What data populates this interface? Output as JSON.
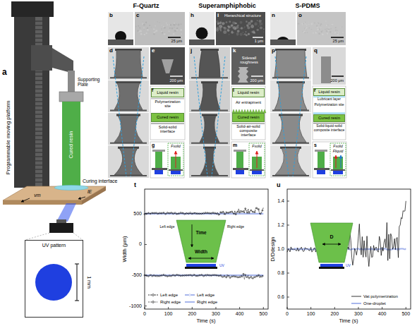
{
  "diagram": {
    "nodes": [
      {
        "text": [
          "UV pattern"
        ]
      },
      {
        "text": [
          "Liquid resin"
        ]
      },
      {
        "text": [
          "Cured resin"
        ]
      },
      {
        "text": [
          "Liquid resin"
        ]
      },
      {
        "text": [
          "Cured resin"
        ]
      },
      {
        "text": [
          "Liquid resin"
        ]
      },
      {
        "text": [
          "Cured resin"
        ]
      }
    ],
    "labels": [
      "a",
      "Programmable moving platform",
      "Supporting Plate",
      "Cured resin",
      "Curing interface",
      "vm",
      "lE",
      "1 mm",
      "F-Quartz",
      "Superamphiphobic",
      "S-PDMS",
      "b",
      "c",
      "25 μm",
      "d",
      "e",
      "200 μm",
      "f",
      "Polymerization site",
      "Solid-solid interface",
      "g",
      "Fsolid",
      "h",
      "i",
      "Hierarchical structure",
      "1 μm",
      "j",
      "k",
      "Sidewall roughness",
      "200 μm",
      "l",
      "Air entrapment",
      "Solid-air-solid composite interface",
      "m",
      "Fsolid",
      "n",
      "o",
      "25 μm",
      "p",
      "q",
      "200 μm",
      "r",
      "Lubricant layer",
      "Polymerization site",
      "Solid-liquid-solid composite interface",
      "s",
      "Fsolid",
      "Fliquid",
      "t",
      "500",
      "0",
      "-500",
      "-1000",
      "0",
      "100",
      "200",
      "300",
      "400",
      "500",
      "Width (μm)",
      "Time (s)",
      "Time",
      "Width",
      "Left edge",
      "Right edge",
      "UV",
      "u",
      "0.6",
      "0.8",
      "1.0",
      "1.2",
      "1.4",
      "0",
      "100",
      "200",
      "300",
      "400",
      "500",
      "D/Ddesign",
      "Time (s)",
      "D",
      "UV"
    ],
    "legend": [
      {
        "text": "Left edge"
      },
      {
        "text": "Right edge"
      },
      {
        "text": "Left edge"
      },
      {
        "text": "Right edge"
      },
      {
        "text": "Vat polymerization"
      },
      {
        "text": "One-droplet"
      }
    ]
  }
}
